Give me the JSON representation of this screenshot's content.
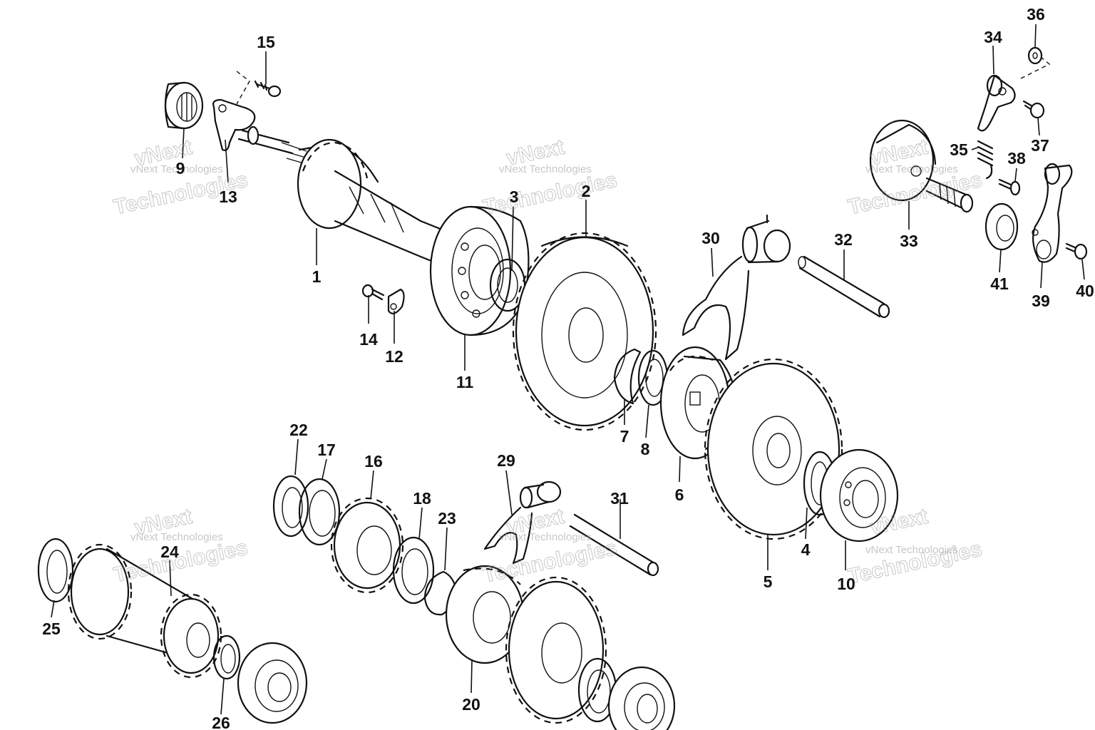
{
  "diagram": {
    "labels": {
      "l1": "1",
      "l2": "2",
      "l3": "3",
      "l4": "4",
      "l5": "5",
      "l6": "6",
      "l7": "7",
      "l8": "8",
      "l9": "9",
      "l10": "10",
      "l11": "11",
      "l12": "12",
      "l13": "13",
      "l14": "14",
      "l15": "15",
      "l16": "16",
      "l17": "17",
      "l18": "18",
      "l20": "20",
      "l22": "22",
      "l23": "23",
      "l24": "24",
      "l25": "25",
      "l26": "26",
      "l29": "29",
      "l30": "30",
      "l31": "31",
      "l32": "32",
      "l33": "33",
      "l34": "34",
      "l35": "35",
      "l36": "36",
      "l37": "37",
      "l38": "38",
      "l39": "39",
      "l40": "40",
      "l41": "41"
    },
    "watermark": {
      "small": "vNext Technologies",
      "big_top": "vNext",
      "big_bottom": "Technologies"
    }
  }
}
